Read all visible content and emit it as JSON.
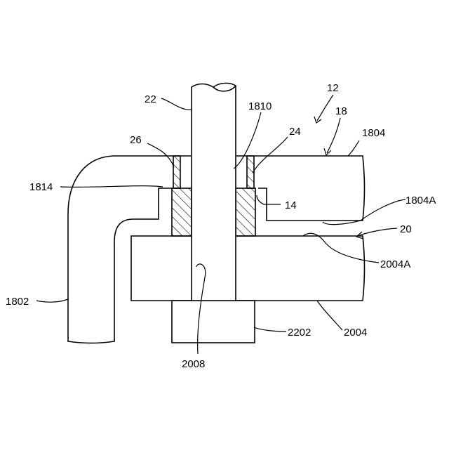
{
  "labels": {
    "assembly": "12",
    "part_18": "18",
    "part_22": "22",
    "part_1810": "1810",
    "part_24": "24",
    "part_26": "26",
    "part_1804": "1804",
    "part_1814": "1814",
    "part_14": "14",
    "part_1804A": "1804A",
    "part_20": "20",
    "part_2004A": "2004A",
    "part_1802": "1802",
    "part_2202": "2202",
    "part_2004": "2004",
    "part_2008": "2008"
  }
}
